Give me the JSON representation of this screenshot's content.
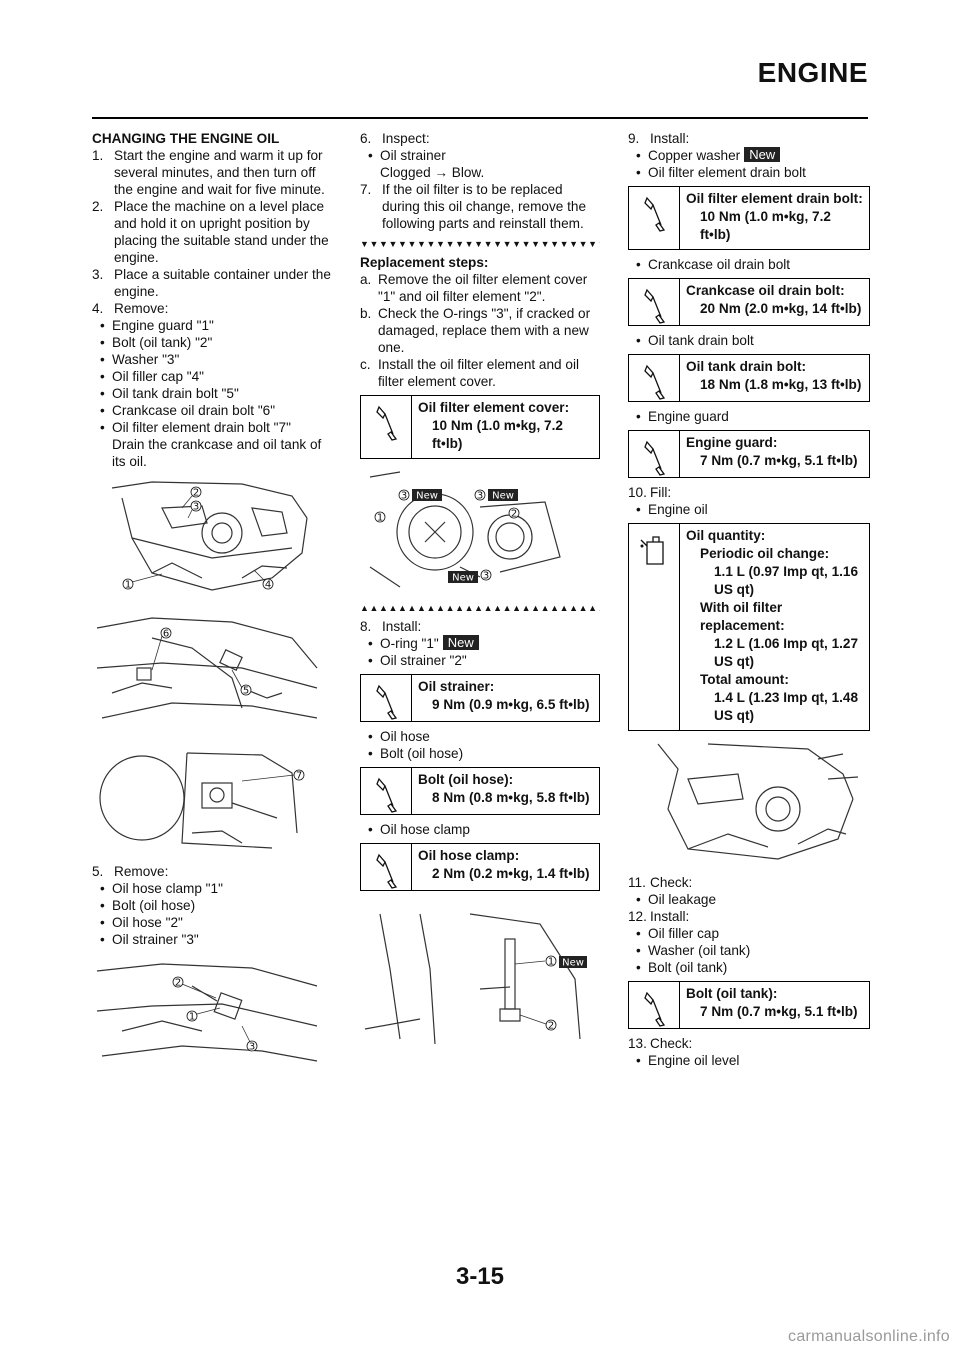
{
  "header": {
    "title": "ENGINE"
  },
  "col1": {
    "heading": "CHANGING THE ENGINE OIL",
    "steps": [
      {
        "num": "1.",
        "text": "Start the engine and warm it up for several minutes, and then turn off the engine and wait for five minute."
      },
      {
        "num": "2.",
        "text": "Place the machine on a level place and hold it on upright position by placing the suitable stand under the engine."
      },
      {
        "num": "3.",
        "text": "Place a suitable container under the engine."
      },
      {
        "num": "4.",
        "text": "Remove:"
      }
    ],
    "remove_items": [
      "Engine guard \"1\"",
      "Bolt (oil tank) \"2\"",
      "Washer \"3\"",
      "Oil filler cap \"4\"",
      "Oil tank drain bolt \"5\"",
      "Crankcase oil drain bolt \"6\"",
      "Oil filter element drain bolt \"7\""
    ],
    "drain_note": "Drain the crankcase and oil tank of its oil.",
    "step5": {
      "num": "5.",
      "text": "Remove:"
    },
    "step5_items": [
      "Oil hose clamp \"1\"",
      "Bolt (oil hose)",
      "Oil hose \"2\"",
      "Oil strainer \"3\""
    ],
    "fig1_labels": [
      "2",
      "3",
      "1",
      "4"
    ],
    "fig2_labels": [
      "6",
      "5"
    ],
    "fig3_labels": [
      "7"
    ],
    "fig4_labels": [
      "2",
      "1",
      "3"
    ]
  },
  "col2": {
    "step6": {
      "num": "6.",
      "text": "Inspect:"
    },
    "step6_items": [
      "Oil strainer"
    ],
    "clogged": "Clogged → Blow.",
    "step7": {
      "num": "7.",
      "text": "If the oil filter is to be replaced during this oil change, remove the following parts and reinstall them."
    },
    "triangles_down": "▼▼▼▼▼▼▼▼▼▼▼▼▼▼▼▼▼▼▼▼▼▼▼▼▼▼▼▼",
    "replacement_heading": "Replacement steps:",
    "sub_steps": [
      {
        "num": "a.",
        "text": "Remove the oil filter element cover \"1\" and oil filter element \"2\"."
      },
      {
        "num": "b.",
        "text": "Check the O-rings \"3\", if cracked or damaged, replace them with a new one."
      },
      {
        "num": "c.",
        "text": "Install the oil filter element and oil filter element cover."
      }
    ],
    "spec_cover": {
      "title": "Oil filter element cover:",
      "value": "10 Nm (1.0 m•kg, 7.2 ft•lb)"
    },
    "fig5_labels": [
      "3",
      "New",
      "3",
      "New",
      "1",
      "2",
      "New",
      "3"
    ],
    "triangles_up": "▲▲▲▲▲▲▲▲▲▲▲▲▲▲▲▲▲▲▲▲▲▲▲▲▲▲▲▲",
    "step8": {
      "num": "8.",
      "text": "Install:"
    },
    "step8_items": [
      "O-ring \"1\"",
      "Oil strainer \"2\""
    ],
    "new_label": "New",
    "spec_strainer": {
      "title": "Oil strainer:",
      "value": "9 Nm (0.9 m•kg, 6.5 ft•lb)"
    },
    "hose_items": [
      "Oil hose",
      "Bolt (oil hose)"
    ],
    "spec_hose_bolt": {
      "title": "Bolt (oil hose):",
      "value": "8 Nm (0.8 m•kg, 5.8 ft•lb)"
    },
    "clamp_items": [
      "Oil hose clamp"
    ],
    "spec_clamp": {
      "title": "Oil hose clamp:",
      "value": "2 Nm (0.2 m•kg, 1.4 ft•lb)"
    },
    "fig6_labels": [
      "1",
      "New",
      "2"
    ]
  },
  "col3": {
    "step9": {
      "num": "9.",
      "text": "Install:"
    },
    "step9_items": [
      "Copper washer",
      "Oil filter element drain bolt"
    ],
    "spec_filter_drain": {
      "title": "Oil filter element drain bolt:",
      "value": "10 Nm (1.0 m•kg, 7.2 ft•lb)"
    },
    "crank_items": [
      "Crankcase oil drain bolt"
    ],
    "spec_crank": {
      "title": "Crankcase oil drain bolt:",
      "value": "20 Nm (2.0 m•kg, 14 ft•lb)"
    },
    "tank_items": [
      "Oil tank drain bolt"
    ],
    "spec_tank": {
      "title": "Oil tank drain bolt:",
      "value": "18 Nm (1.8 m•kg, 13 ft•lb)"
    },
    "guard_items": [
      "Engine guard"
    ],
    "spec_guard": {
      "title": "Engine guard:",
      "value": "7 Nm (0.7 m•kg, 5.1 ft•lb)"
    },
    "step10": {
      "num": "10.",
      "text": "Fill:"
    },
    "step10_items": [
      "Engine oil"
    ],
    "oil_qty": {
      "title": "Oil quantity:",
      "periodic": "Periodic oil change:",
      "periodic_val": "1.1 L (0.97 Imp qt, 1.16 US qt)",
      "filter": "With oil filter replacement:",
      "filter_val": "1.2 L (1.06 Imp qt, 1.27 US qt)",
      "total": "Total amount:",
      "total_val": "1.4 L (1.23 Imp qt, 1.48 US qt)"
    },
    "step11": {
      "num": "11.",
      "text": "Check:"
    },
    "step11_items": [
      "Oil leakage"
    ],
    "step12": {
      "num": "12.",
      "text": "Install:"
    },
    "step12_items": [
      "Oil filler cap",
      "Washer (oil tank)",
      "Bolt (oil tank)"
    ],
    "spec_oil_tank_bolt": {
      "title": "Bolt (oil tank):",
      "value": "7 Nm (0.7 m•kg, 5.1 ft•lb)"
    },
    "step13": {
      "num": "13.",
      "text": "Check:"
    },
    "step13_items": [
      "Engine oil level"
    ]
  },
  "footer": {
    "page_number": "3-15",
    "watermark": "carmanualsonline.info"
  }
}
